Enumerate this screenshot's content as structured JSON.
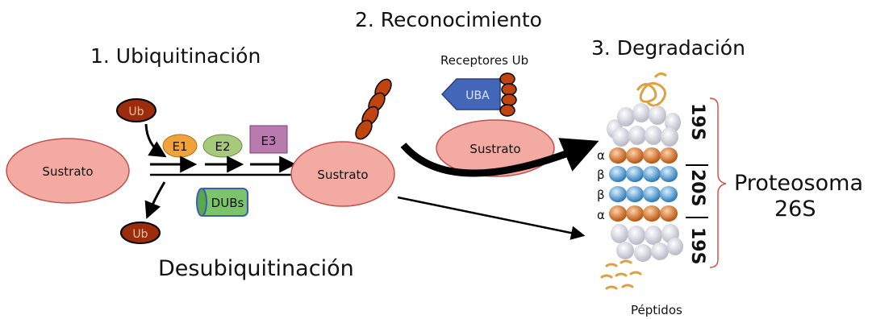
{
  "headings": {
    "step1": "1. Ubiquitinación",
    "step2": "2. Reconocimiento",
    "step3": "3. Degradación"
  },
  "labels": {
    "receptors": "Receptores Ub",
    "uba": "UBA",
    "substrate_left": "Sustrato",
    "substrate_center": "Sustrato",
    "substrate_top": "Sustrato",
    "ub_top": "Ub",
    "ub_bottom": "Ub",
    "e1": "E1",
    "e2": "E2",
    "e3": "E3",
    "dubs": "DUBs",
    "deubiquitination": "Desubiquitinación",
    "peptides": "Péptidos",
    "proteasome_line1": "Proteosoma",
    "proteasome_line2": "26S",
    "sub_19s_top": "19S",
    "sub_20s": "20S",
    "sub_19s_bottom": "19S",
    "alpha_top": "α",
    "beta_1": "β",
    "beta_2": "β",
    "alpha_bottom": "α"
  },
  "colors": {
    "substrate_fill": "#f3aaa2",
    "substrate_stroke": "#c0504d",
    "ub_fill": "#9b2d0c",
    "ubchain_fill": "#c1440e",
    "e1_fill": "#f0a33a",
    "e2_fill": "#a7c97b",
    "e3_fill": "#b97ab0",
    "dubs_fill": "#7cc46a",
    "dubs_stroke": "#3a5fb0",
    "uba_fill": "#4466b8",
    "alpha_ring": "#d2691e",
    "beta_ring": "#4fa3d6",
    "cap_fill": "#e6e6ee",
    "peptide_fill": "#e0a040"
  }
}
